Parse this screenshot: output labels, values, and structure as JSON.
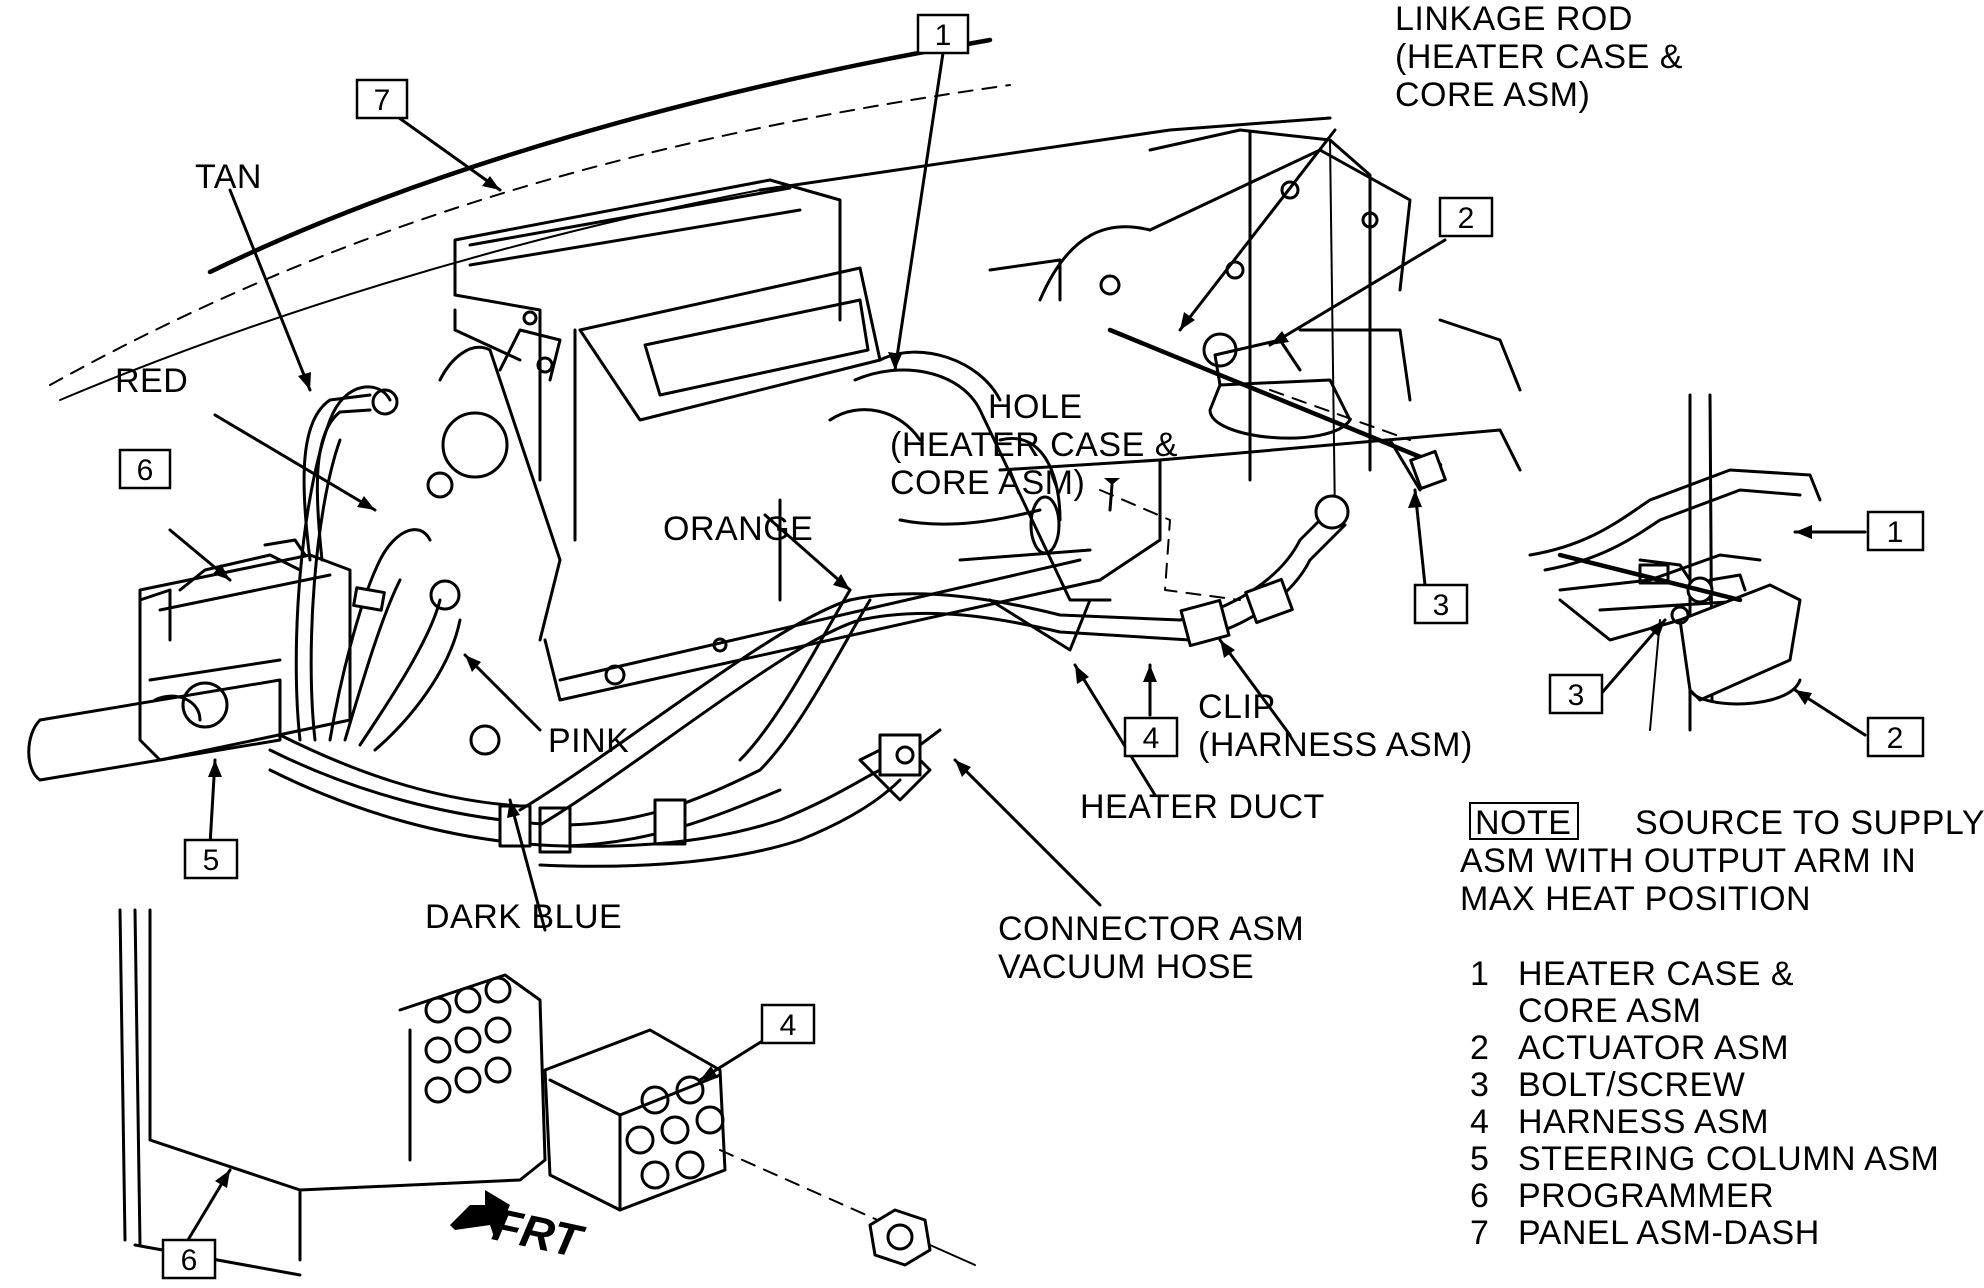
{
  "callouts": {
    "c1_top": "1",
    "c7": "7",
    "c2_top": "2",
    "c6_left": "6",
    "c3_mid": "3",
    "c4_mid": "4",
    "c5": "5",
    "c1_inset": "1",
    "c3_inset": "3",
    "c2_inset": "2",
    "c4_bottom": "4",
    "c6_bottom": "6"
  },
  "labels": {
    "linkage_rod": [
      "LINKAGE ROD",
      "(HEATER CASE &",
      "CORE ASM)"
    ],
    "tan": "TAN",
    "red": "RED",
    "hole": [
      "HOLE",
      "(HEATER CASE &",
      "CORE ASM)"
    ],
    "orange": "ORANGE",
    "pink": "PINK",
    "clip": [
      "CLIP",
      "(HARNESS ASM)"
    ],
    "heater_duct": "HEATER DUCT",
    "dark_blue": "DARK BLUE",
    "connector": [
      "CONNECTOR ASM",
      "VACUUM HOSE"
    ],
    "frt": "FRT"
  },
  "note": {
    "tag": "NOTE",
    "line1": "SOURCE TO SUPPLY",
    "line2": "ASM WITH OUTPUT ARM IN",
    "line3": "MAX HEAT POSITION"
  },
  "legend": [
    {
      "num": "1",
      "text": "HEATER CASE &"
    },
    {
      "num": "",
      "text": "CORE ASM"
    },
    {
      "num": "2",
      "text": "ACTUATOR ASM"
    },
    {
      "num": "3",
      "text": "BOLT/SCREW"
    },
    {
      "num": "4",
      "text": "HARNESS ASM"
    },
    {
      "num": "5",
      "text": "STEERING COLUMN ASM"
    },
    {
      "num": "6",
      "text": "PROGRAMMER"
    },
    {
      "num": "7",
      "text": "PANEL ASM-DASH"
    }
  ]
}
